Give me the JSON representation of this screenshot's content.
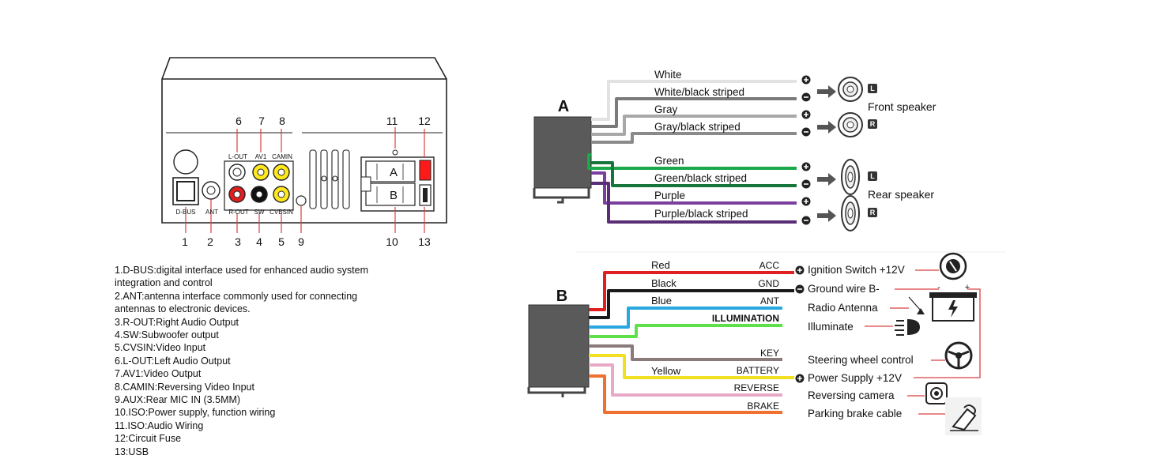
{
  "left_panel": {
    "port_labels": {
      "dbus": "D-BUS",
      "ant": "ANT",
      "lout": "L-OUT",
      "av1": "AV1",
      "camin": "CAMIN",
      "rout": "R-OUT",
      "sw": "SW",
      "cvbsin": "CVBSIN",
      "a": "A",
      "b": "B"
    },
    "numbers": {
      "n1": "1",
      "n2": "2",
      "n3": "3",
      "n4": "4",
      "n5": "5",
      "n6": "6",
      "n7": "7",
      "n8": "8",
      "n9": "9",
      "n10": "10",
      "n11": "11",
      "n12": "12",
      "n13": "13"
    },
    "descriptions": [
      "1.D-BUS:digital interface used for enhanced audio system",
      "integration and control",
      "2.ANT:antenna interface commonly used for connecting",
      "antennas to electronic devices.",
      "3.R-OUT:Right Audio Output",
      "4.SW:Subwoofer output",
      "5.CVSIN:Video Input",
      "6.L-OUT:Left Audio Output",
      "7.AV1:Video Output",
      "8.CAMIN:Reversing Video Input",
      "9.AUX:Rear MIC IN (3.5MM)",
      "10.ISO:Power supply, function wiring",
      "11.ISO:Audio Wiring",
      "12:Circuit Fuse",
      "13:USB"
    ]
  },
  "connector_a": {
    "label": "A",
    "wires": [
      {
        "name": "White",
        "color": "#e2e2e2"
      },
      {
        "name": "White/black striped",
        "color": "#7a7a7a"
      },
      {
        "name": "Gray",
        "color": "#a8a8a8"
      },
      {
        "name": "Gray/black striped",
        "color": "#8a8a8a"
      },
      {
        "name": "Green",
        "color": "#1aa84a"
      },
      {
        "name": "Green/black striped",
        "color": "#15753a"
      },
      {
        "name": "Purple",
        "color": "#7b3fa0"
      },
      {
        "name": "Purple/black striped",
        "color": "#5a2e75"
      }
    ],
    "front_speaker": "Front speaker",
    "rear_speaker": "Rear speaker",
    "left_badge": "L",
    "right_badge": "R"
  },
  "connector_b": {
    "label": "B",
    "wires": [
      {
        "color_name": "Red",
        "function": "ACC",
        "color": "#e02020"
      },
      {
        "color_name": "Black",
        "function": "GND",
        "color": "#1a1a1a"
      },
      {
        "color_name": "Blue",
        "function": "ANT",
        "color": "#29a8e0"
      },
      {
        "color_name": "",
        "function": "ILLUMINATION",
        "color": "#5ee04a"
      },
      {
        "color_name": "",
        "function": "KEY",
        "color": "#8a7a7a"
      },
      {
        "color_name": "Yellow",
        "function": "BATTERY",
        "color": "#f0e020"
      },
      {
        "color_name": "",
        "function": "REVERSE",
        "color": "#e8a8c8"
      },
      {
        "color_name": "",
        "function": "BRAKE",
        "color": "#f07030"
      }
    ],
    "destinations": [
      "Ignition Switch +12V",
      "Ground wire B-",
      "Radio Antenna",
      "Illuminate",
      "Steering wheel control",
      "Power Supply +12V",
      "Reversing camera",
      "Parking brake cable"
    ],
    "battery_minus": "-",
    "battery_plus": "+"
  },
  "accent_red": "#d94040"
}
